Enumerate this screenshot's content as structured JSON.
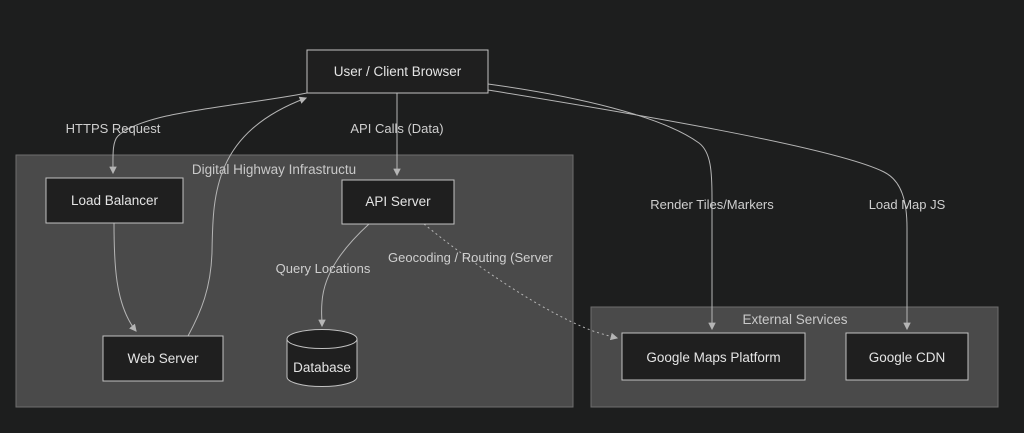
{
  "diagram": {
    "nodes": {
      "browser": {
        "label": "User / Client Browser"
      },
      "load_balancer": {
        "label": "Load Balancer"
      },
      "api_server": {
        "label": "API Server"
      },
      "web_server": {
        "label": "Web Server"
      },
      "database": {
        "label": "Database"
      },
      "google_maps_platform": {
        "label": "Google Maps Platform"
      },
      "google_cdn": {
        "label": "Google CDN"
      }
    },
    "containers": {
      "digital_highway": {
        "title": "Digital Highway Infrastructu"
      },
      "external_services": {
        "title": "External Services"
      }
    },
    "edge_labels": {
      "https_request": "HTTPS Request",
      "api_calls": "API Calls (Data)",
      "query_locations": "Query Locations",
      "geocoding_routing": "Geocoding / Routing (Server",
      "render_tiles": "Render Tiles/Markers",
      "load_map_js": "Load Map JS"
    },
    "colors": {
      "background": "#1d1e1e",
      "container_fill": "#4a4a4a",
      "container_border": "#6e6e6e",
      "node_fill": "#1f1f1f",
      "node_border": "#c2c2c2",
      "edge_line": "#b5b5b5",
      "node_text": "#e4e4e4",
      "label_text": "#cfcfcf",
      "title_text": "#c9c9c9"
    }
  }
}
